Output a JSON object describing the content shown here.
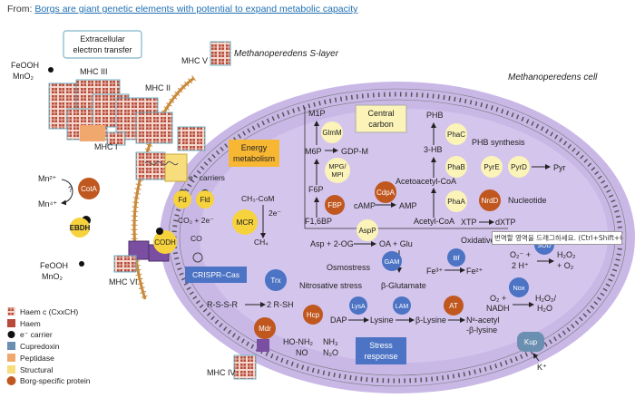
{
  "header": {
    "prefix": "From: ",
    "link": "Borgs are giant genetic elements with potential to expand metabolic capacity"
  },
  "cell": {
    "s_layer": "Methanoperedens S-layer",
    "name": "Methanoperedens cell"
  },
  "boxes": {
    "extracellular": [
      "Extracellular",
      "electron transfer"
    ],
    "energy": [
      "Energy",
      "metabolism"
    ],
    "central": [
      "Central",
      "carbon"
    ],
    "crispr": "CRISPR–Cas",
    "stress": [
      "Stress",
      "response"
    ]
  },
  "mhc": {
    "i": "MHC I",
    "ii": "MHC II",
    "iii": "MHC III",
    "iv": "MHC IV",
    "v": "MHC V",
    "vi": "MHC VI"
  },
  "outside": {
    "feooh_top": "FeOOH",
    "mno2_top": "MnO₂",
    "mn2": "Mn²⁺",
    "mn4": "Mn⁴⁺",
    "question": "?",
    "feooh_bottom": "FeOOH",
    "mno2_bottom": "MnO₂",
    "kplus": "K⁺"
  },
  "proteins": {
    "cota": "CotA",
    "ebdh": "EBDH",
    "codh": "CODH",
    "fd": "Fd",
    "fld": "Fld",
    "mcr": "MCR",
    "glmm": "GlmM",
    "mpg": [
      "MPG/",
      "MPI"
    ],
    "fbp": "FBP",
    "cdpa": "CdpA",
    "phac": "PhaC",
    "phab": "PhaB",
    "phaa": "PhaA",
    "pyre": "PyrE",
    "pyrd": "PyrD",
    "nrdd": "NrdD",
    "aspp": "AspP",
    "gam": "GAM",
    "bf": "Bf",
    "sod": "SOD",
    "nox": "Nox",
    "trx": "Trx",
    "hcp": "Hcp",
    "lysa": "LysA",
    "lam": "LAM",
    "at": "AT",
    "mdr": "Mdr",
    "kup": "Kup"
  },
  "labels": {
    "e_carriers": "e⁻ carriers",
    "ch3com": "CH₃-CoM",
    "two_e": "2e⁻",
    "ch4": "CH₄",
    "co2": "CO₂ + 2e⁻",
    "co": "CO",
    "m1p": "M1P",
    "m6p": "M6P",
    "gdpm": "GDP-M",
    "f6p": "F6P",
    "f16bp": "F1,6BP",
    "camp": "cAMP",
    "amp": "AMP",
    "phb": "PHB",
    "three_hb": "3-HB",
    "phb_synth": "PHB synthesis",
    "acetoacetyl": "Acetoacetyl-CoA",
    "acetyl": "Acetyl-CoA",
    "pyr": "Pyr",
    "nucleotide": "Nucleotide",
    "xtp": "XTP",
    "dxtp": "dXTP",
    "asp": "Asp + 2-OG",
    "oaglu": "OA + Glu",
    "osmostress": "Osmostress",
    "bglut": "β-Glutamate",
    "oxidative": "Oxidative stress",
    "fe3": "Fe³⁺",
    "fe2": "Fe²⁺",
    "o2m": "O₂⁻ +",
    "twoh": "2 H⁺",
    "h2o2": "H₂O₂",
    "plus_o2": "+ O₂",
    "o2nadh1": "O₂ +",
    "o2nadh2": "NADH",
    "h2o2b": "H₂O₂/",
    "h2o": "H₂O",
    "nitro": "Nitrosative stress",
    "rsssr": "R-S-S-R",
    "rsh": "2 R-SH",
    "honh2": "HO-NH₂",
    "no": "NO",
    "nh3": "NH₃",
    "n2o": "N₂O",
    "dap": "DAP",
    "lys": "Lysine",
    "blys": "β-Lysine",
    "nacetyl1": "Nᵉ-acetyl",
    "nacetyl2": "-β-lysine"
  },
  "legend": {
    "title_items": [
      {
        "name": "Haem c (CxxCH)"
      },
      {
        "name": "Haem"
      },
      {
        "name": "e⁻ carrier"
      },
      {
        "name": "Cupredoxin"
      },
      {
        "name": "Peptidase"
      },
      {
        "name": "Structural"
      },
      {
        "name": "Borg-specific protein"
      }
    ]
  },
  "tooltip": "번역할 영역을 드래그하세요. (Ctrl+Shift+O)",
  "colors": {
    "cell": "#c9b8e6",
    "nucleoid": "#d7c9ee",
    "borg": "#c0571f",
    "yellow": "#f6d23d",
    "blue": "#4c73c4",
    "peptidase": "#f0a86f",
    "structural": "#f7dd7b"
  }
}
